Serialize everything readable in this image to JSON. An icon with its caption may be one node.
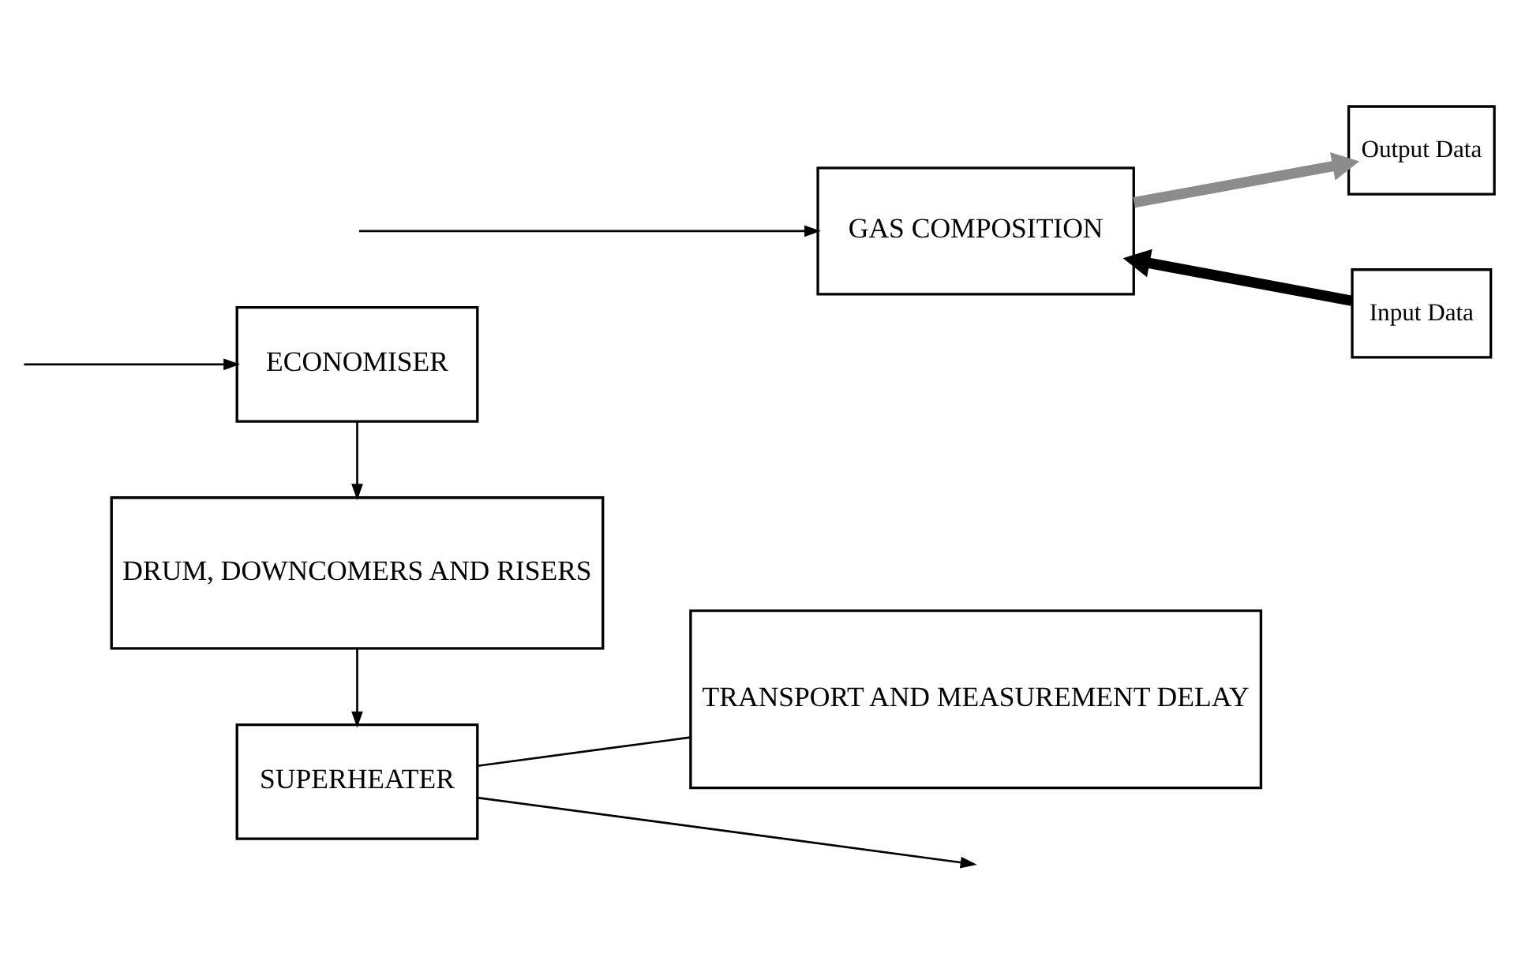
{
  "diagram": {
    "nodes": [
      {
        "text": [
          "ECONOMISER"
        ]
      },
      {
        "text": [
          "DRUM, DOWNCOMERS AND RISERS"
        ]
      },
      {
        "text": [
          "SUPERHEATER"
        ]
      },
      {
        "text": [
          "TRANSPORT AND MEASUREMENT DELAY"
        ]
      },
      {
        "text": [
          "GAS COMPOSITION"
        ]
      },
      {
        "text": [
          "Input Data"
        ]
      },
      {
        "text": [
          "Output Data"
        ]
      }
    ],
    "edges": [
      {
        "from": null,
        "to": 0,
        "arrow": "to"
      },
      {
        "from": null,
        "to": 4,
        "arrow": "to"
      },
      {
        "from": 0,
        "to": 1,
        "arrow": "to"
      },
      {
        "from": 1,
        "to": 2,
        "arrow": "to"
      },
      {
        "from": 2,
        "to": null,
        "arrow": "to"
      },
      {
        "from": 2,
        "to": 3,
        "arrow": "none"
      },
      {
        "from": 5,
        "to": 4,
        "arrow": "to",
        "style": "thick"
      },
      {
        "from": 4,
        "to": 6,
        "arrow": "to",
        "style": "thick",
        "color": "#8c8c8c"
      }
    ]
  }
}
